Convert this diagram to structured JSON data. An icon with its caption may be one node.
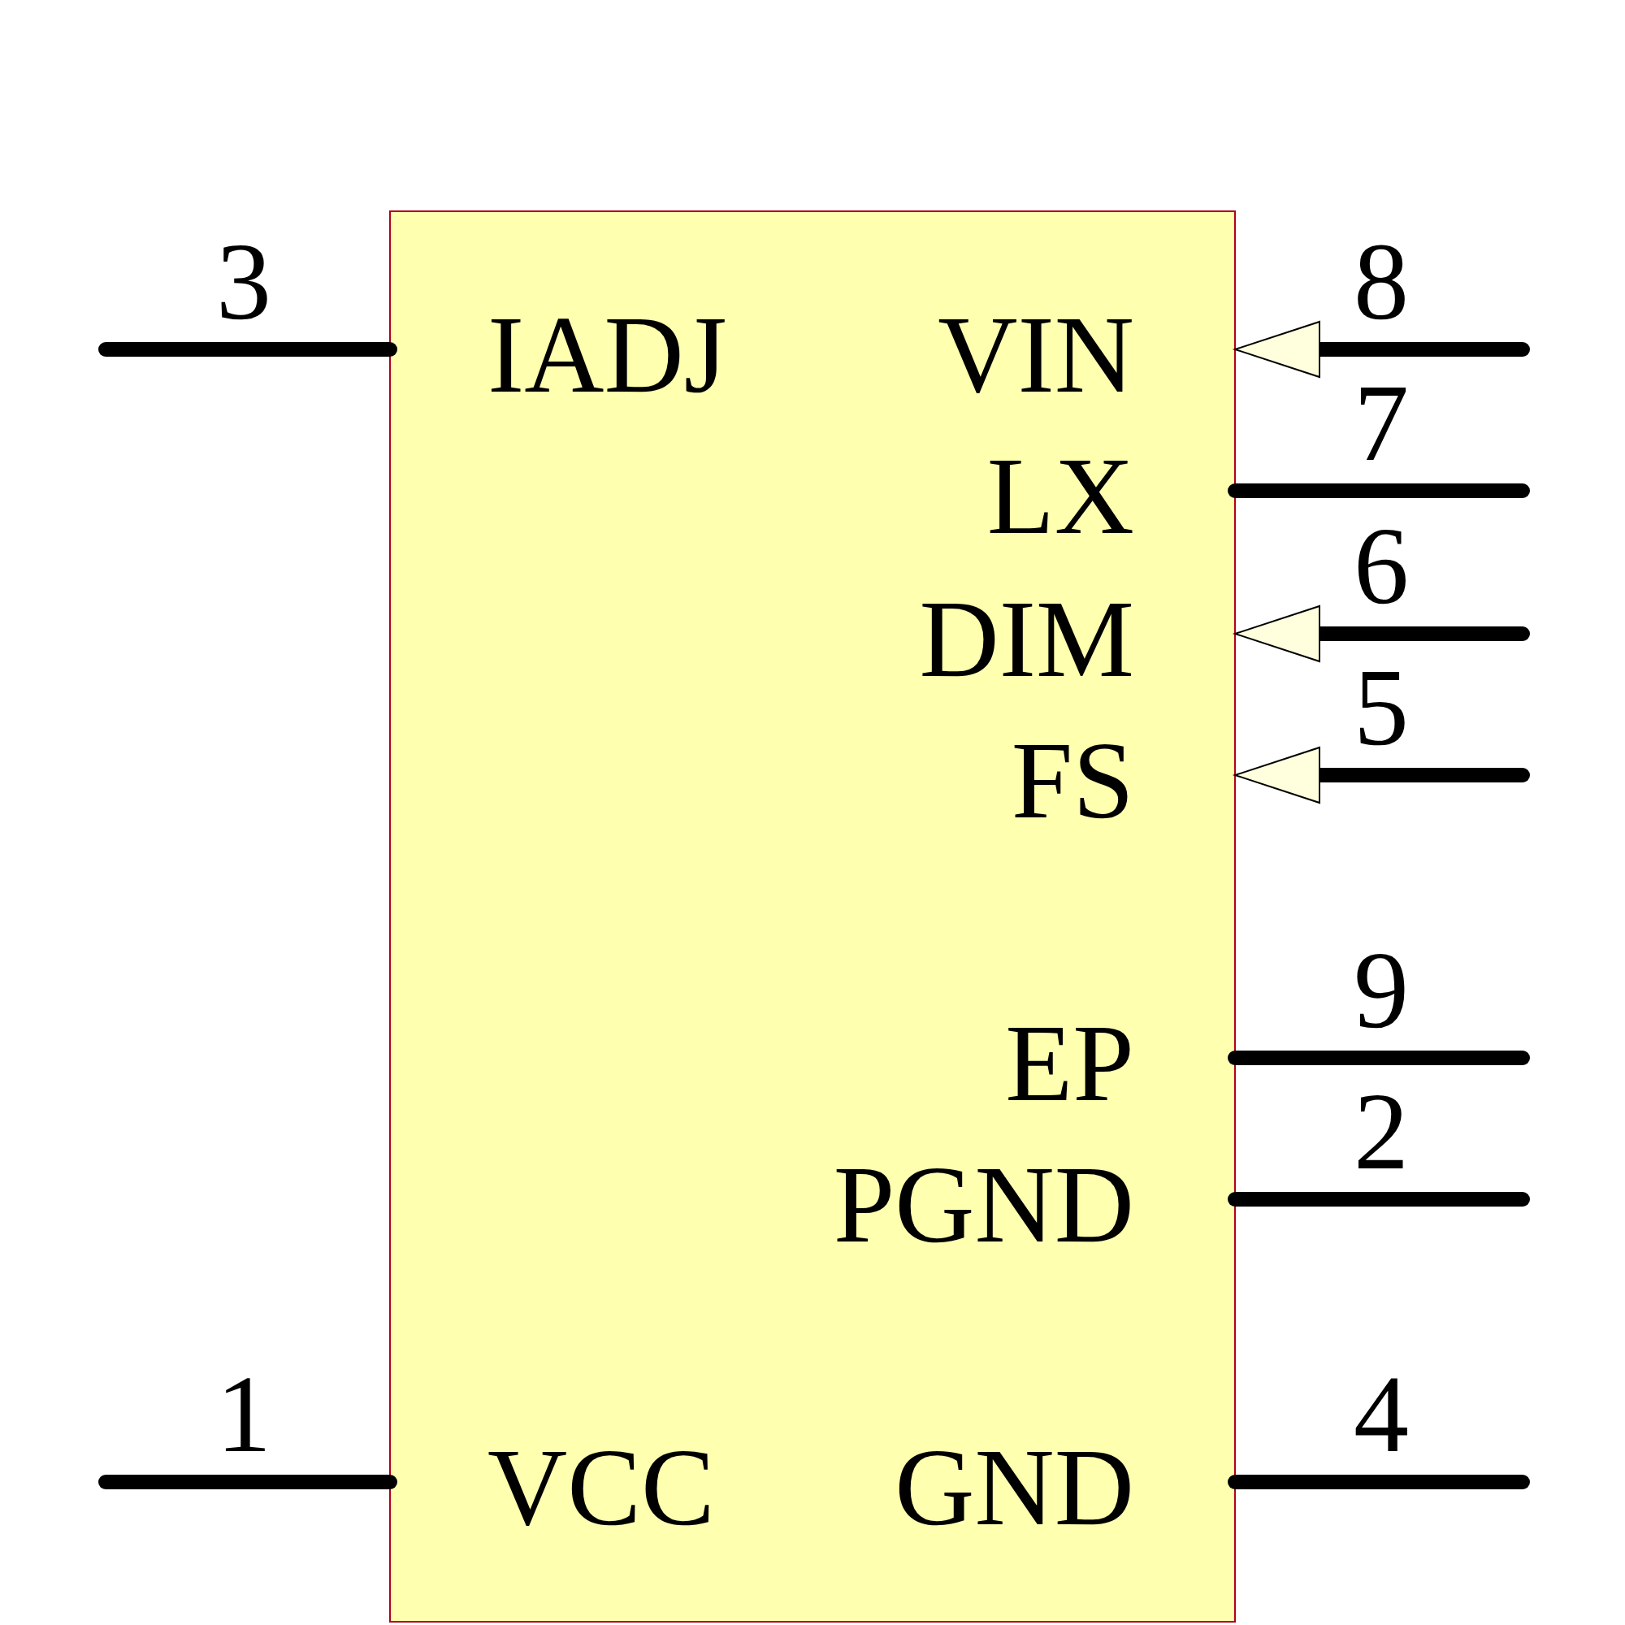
{
  "diagram": {
    "labels": [
      "3",
      "8",
      "IADJ",
      "VIN",
      "7",
      "LX",
      "6",
      "DIM",
      "5",
      "FS",
      "9",
      "EP",
      "2",
      "PGND",
      "1",
      "4",
      "VCC",
      "GND"
    ]
  }
}
